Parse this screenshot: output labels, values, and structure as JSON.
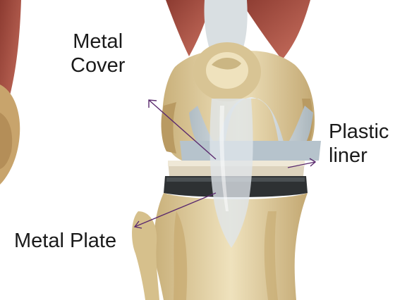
{
  "labels": {
    "metal_cover": [
      "Metal",
      "Cover"
    ],
    "plastic_liner": [
      "Plastic",
      "liner"
    ],
    "metal_plate": [
      "Metal Plate"
    ]
  },
  "colors": {
    "arrow": "#5b2a6e",
    "bone": "#e3d3a8",
    "muscle": "#b5564a",
    "metal": "#c9d4dc",
    "liner_band": "#2e3133"
  }
}
